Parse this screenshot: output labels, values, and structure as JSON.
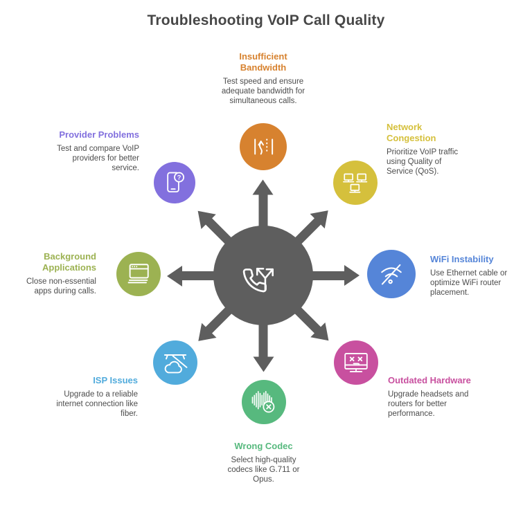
{
  "title": "Troubleshooting VoIP Call Quality",
  "center": {
    "icon": "phone-split-arrows-icon",
    "color": "#5E5E5E"
  },
  "spokes": [
    {
      "id": "insufficient-bandwidth",
      "label": "Insufficient Bandwidth",
      "description": "Test speed and ensure adequate bandwidth for simultaneous calls.",
      "color": "#D7822F",
      "icon": "bandwidth-lanes-icon",
      "position": "top"
    },
    {
      "id": "network-congestion",
      "label": "Network Congestion",
      "description": "Prioritize VoIP traffic using Quality of Service (QoS).",
      "color": "#D5C03C",
      "icon": "network-computers-icon",
      "position": "top-right"
    },
    {
      "id": "wifi-instability",
      "label": "WiFi Instability",
      "description": "Use Ethernet cable or optimize WiFi router placement.",
      "color": "#5585D8",
      "icon": "wifi-off-icon",
      "position": "right"
    },
    {
      "id": "outdated-hardware",
      "label": "Outdated Hardware",
      "description": "Upgrade headsets and routers for better performance.",
      "color": "#C8509F",
      "icon": "dead-monitor-icon",
      "position": "bottom-right"
    },
    {
      "id": "wrong-codec",
      "label": "Wrong Codec",
      "description": "Select high-quality codecs like G.711 or Opus.",
      "color": "#57B97E",
      "icon": "waveform-x-icon",
      "position": "bottom"
    },
    {
      "id": "isp-issues",
      "label": "ISP Issues",
      "description": "Upgrade to a reliable internet connection like fiber.",
      "color": "#51ABDC",
      "icon": "cloud-disconnect-icon",
      "position": "bottom-left"
    },
    {
      "id": "background-applications",
      "label": "Background Applications",
      "description": "Close non-essential apps during calls.",
      "color": "#9CB252",
      "icon": "browser-windows-icon",
      "position": "left"
    },
    {
      "id": "provider-problems",
      "label": "Provider Problems",
      "description": "Test and compare VoIP providers for better service.",
      "color": "#8270DE",
      "icon": "phone-question-icon",
      "position": "top-left"
    }
  ]
}
